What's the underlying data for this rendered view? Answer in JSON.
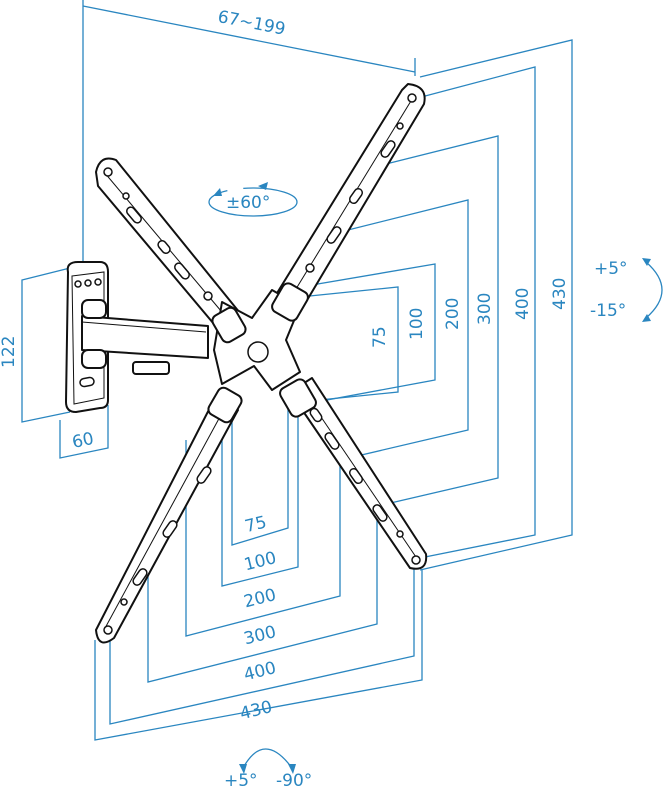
{
  "diagram": {
    "subject": "TV wall mount technical drawing",
    "colors": {
      "dimension": "#2a86c0",
      "part": "#111111",
      "background": "#ffffff"
    },
    "dimensions": {
      "extension": "67~199",
      "wall_plate_height": "122",
      "wall_plate_width": "60",
      "vesa_vertical": [
        "75",
        "100",
        "200",
        "300",
        "400",
        "430"
      ],
      "vesa_horizontal": [
        "75",
        "100",
        "200",
        "300",
        "400",
        "430"
      ]
    },
    "rotation": {
      "swivel": "±60°",
      "tilt_up": "+5°",
      "tilt_down": "-15°",
      "pan_left": "+5°",
      "pan_right": "-90°"
    }
  }
}
